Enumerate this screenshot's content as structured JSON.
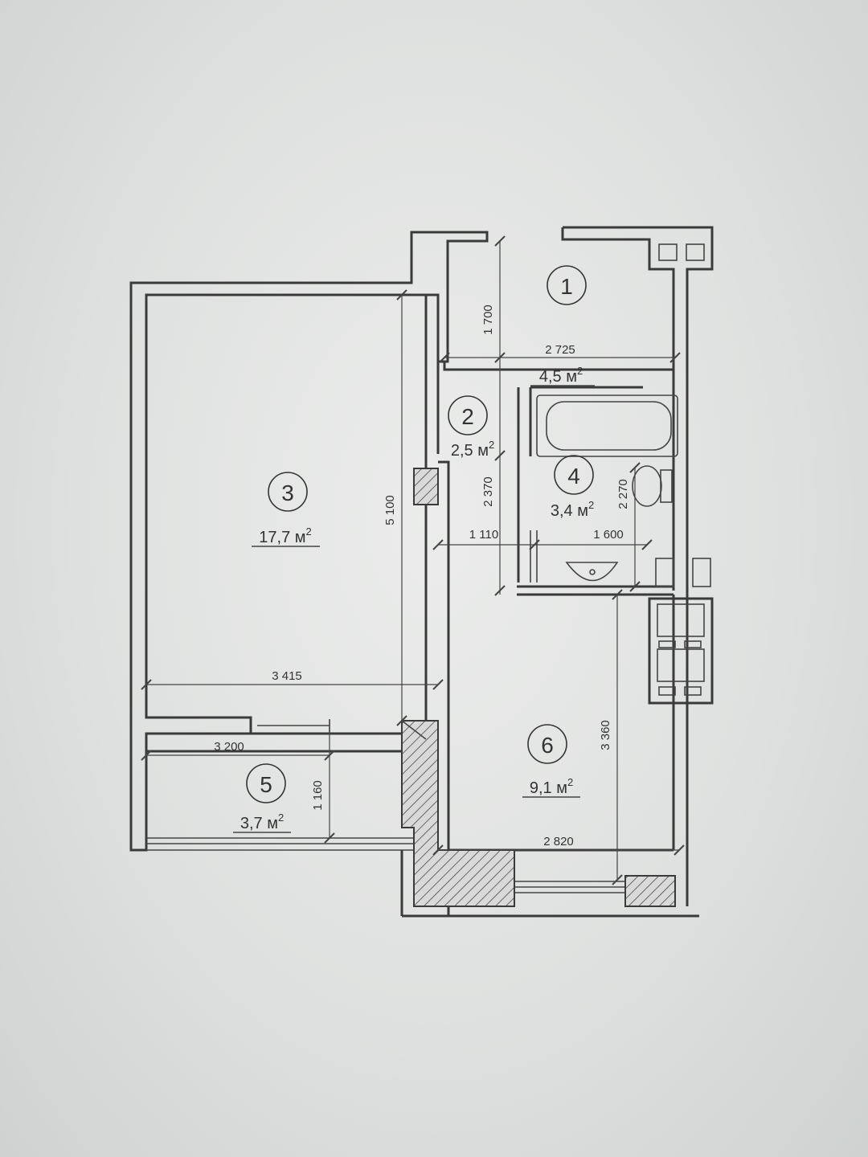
{
  "rooms": [
    {
      "number": "1",
      "area": "4,5 м",
      "sup": "2"
    },
    {
      "number": "2",
      "area": "2,5 м",
      "sup": "2"
    },
    {
      "number": "3",
      "area": "17,7 м",
      "sup": "2"
    },
    {
      "number": "4",
      "area": "3,4 м",
      "sup": "2"
    },
    {
      "number": "5",
      "area": "3,7 м",
      "sup": "2"
    },
    {
      "number": "6",
      "area": "9,1 м",
      "sup": "2"
    }
  ],
  "dimensions": {
    "d_1700": "1 700",
    "d_2725": "2 725",
    "d_5100": "5 100",
    "d_2370": "2 370",
    "d_1110": "1 110",
    "d_1600": "1 600",
    "d_2270": "2 270",
    "d_3415": "3 415",
    "d_3200": "3 200",
    "d_1160": "1 160",
    "d_3360": "3 360",
    "d_2820": "2 820"
  }
}
